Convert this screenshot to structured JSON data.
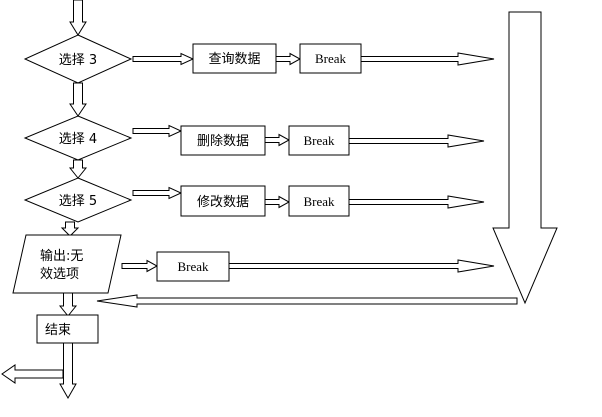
{
  "colors": {
    "stroke": "#000000",
    "background": "#ffffff"
  },
  "nodes": {
    "decision_3": "选择 3",
    "decision_4": "选择 4",
    "decision_5": "选择 5",
    "query": "查询数据",
    "delete": "删除数据",
    "modify": "修改数据",
    "break_query": "Break",
    "break_delete": "Break",
    "break_modify": "Break",
    "break_invalid": "Break",
    "output_lines": [
      "输出:无",
      "效选项"
    ],
    "end": "结束"
  }
}
